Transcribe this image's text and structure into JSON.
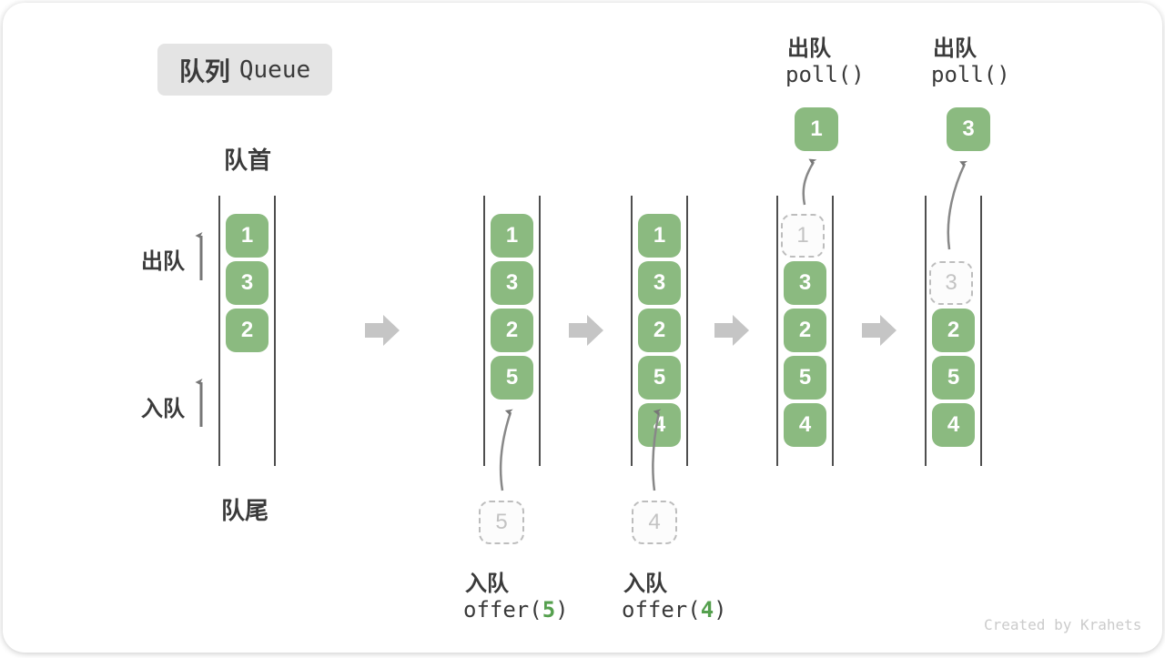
{
  "title": {
    "zh": "队列",
    "en": "Queue"
  },
  "side_labels": {
    "front": "队首",
    "rear": "队尾",
    "dequeue": "出队",
    "enqueue": "入队"
  },
  "operations": {
    "enqueue5": {
      "label": "入队",
      "code_prefix": "offer(",
      "arg": "5",
      "code_suffix": ")"
    },
    "enqueue4": {
      "label": "入队",
      "code_prefix": "offer(",
      "arg": "4",
      "code_suffix": ")"
    },
    "poll_first": {
      "label": "出队",
      "code": "poll()"
    },
    "poll_second": {
      "label": "出队",
      "code": "poll()"
    }
  },
  "queues": {
    "q1": {
      "items": [
        "1",
        "3",
        "2"
      ]
    },
    "q2": {
      "items": [
        "1",
        "3",
        "2",
        "5"
      ],
      "incoming": "5"
    },
    "q3": {
      "items": [
        "1",
        "3",
        "2",
        "5",
        "4"
      ],
      "incoming": "4"
    },
    "q4": {
      "removed": "1",
      "items": [
        "3",
        "2",
        "5",
        "4"
      ],
      "polled": "1"
    },
    "q5": {
      "removed": "3",
      "items": [
        "2",
        "5",
        "4"
      ],
      "polled": "3"
    }
  },
  "watermark": "Created by Krahets",
  "colors": {
    "green": "#8bba80",
    "op_green": "#55a04e",
    "ink": "#3a3a3a",
    "line": "#4f4f4f",
    "arrow": "#808080",
    "block_arrow": "#c5c5c5",
    "dashed_border": "#bdbdbd",
    "dashed_text": "#c3c3c3",
    "badge_bg": "#e4e4e4",
    "watermark": "#cbcbcb"
  }
}
